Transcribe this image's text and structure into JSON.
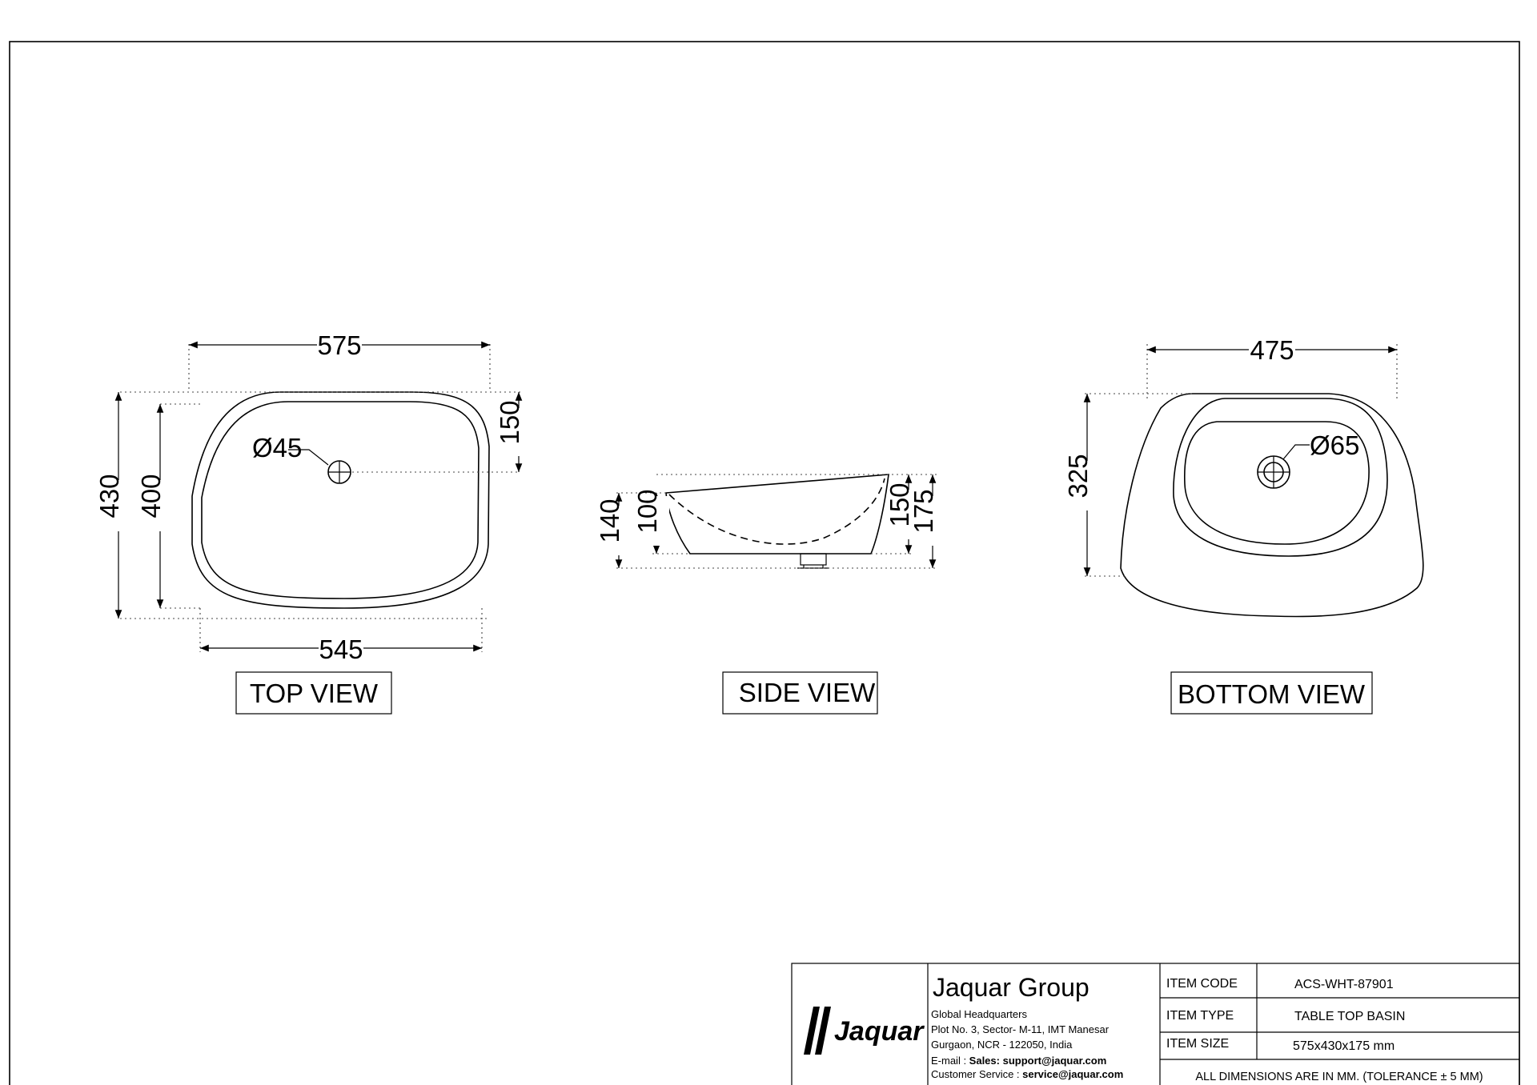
{
  "views": {
    "top": {
      "label": "TOP VIEW",
      "dims": {
        "width_top": "575",
        "width_bottom": "545",
        "height_outer": "430",
        "height_inner": "400",
        "hole_offset": "150",
        "hole_dia": "Ø45"
      }
    },
    "side": {
      "label": "SIDE VIEW",
      "dims": {
        "h140": "140",
        "h100": "100",
        "h150": "150",
        "h175": "175"
      }
    },
    "bottom": {
      "label": "BOTTOM VIEW",
      "dims": {
        "width": "475",
        "height": "325",
        "hole_dia": "Ø65"
      }
    }
  },
  "title_block": {
    "company": "Jaquar Group",
    "logo_text": "Jaquar",
    "address": {
      "line1": "Global Headquarters",
      "line2": "Plot No. 3, Sector- M-11, IMT Manesar",
      "line3": "Gurgaon, NCR - 122050, India",
      "email_label": "E-mail : ",
      "email_value": "Sales: support@jaquar.com",
      "service_label": "Customer Service : ",
      "service_value": "service@jaquar.com"
    },
    "rows": [
      {
        "label": "ITEM  CODE",
        "value": "ACS-WHT-87901"
      },
      {
        "label": "ITEM  TYPE",
        "value": "TABLE TOP BASIN"
      },
      {
        "label": "ITEM  SIZE",
        "value": "575x430x175 mm"
      }
    ],
    "note": "ALL DIMENSIONS ARE IN MM. (TOLERANCE ± 5 MM)"
  }
}
